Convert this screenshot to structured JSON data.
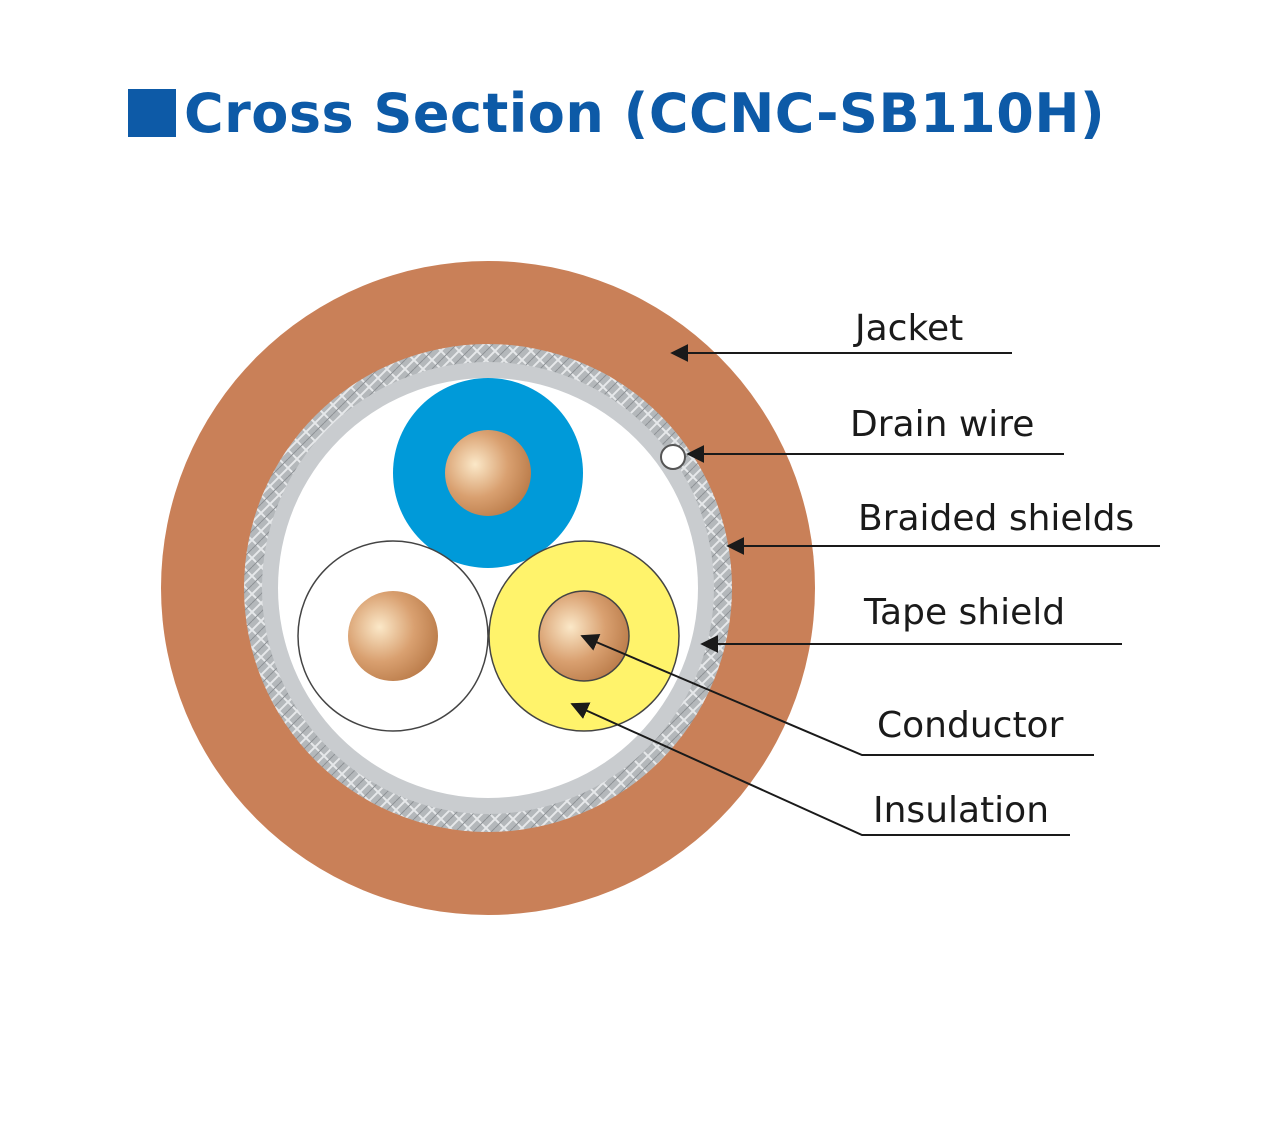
{
  "title": "Cross Section (CCNC-SB110H)",
  "colors": {
    "title": "#0d5aa7",
    "jacket": "#c98058",
    "braid": "#a9adb0",
    "tape": "#c9cccf",
    "core_fill": "#ffffff",
    "insulation_blue": "#009ad9",
    "insulation_white": "#ffffff",
    "insulation_yellow": "#fff36b",
    "conductor": "#c58c5a",
    "leader": "#1a1a1a"
  },
  "icons": {
    "title_marker": "filled-square-icon"
  },
  "callouts": [
    {
      "id": "jacket",
      "label": "Jacket"
    },
    {
      "id": "drain-wire",
      "label": "Drain wire"
    },
    {
      "id": "braided-shields",
      "label": "Braided shields"
    },
    {
      "id": "tape-shield",
      "label": "Tape shield"
    },
    {
      "id": "conductor",
      "label": "Conductor"
    },
    {
      "id": "insulation",
      "label": "Insulation"
    }
  ]
}
